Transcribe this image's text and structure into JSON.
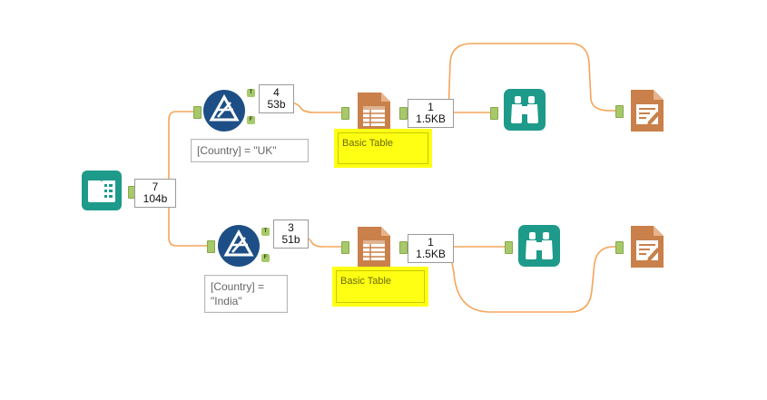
{
  "canvas": {
    "wire_color": "#f5a55a",
    "anchor_color": "#a7c96a",
    "highlight_color": "#ffff00"
  },
  "tools": {
    "text_input": {
      "icon": "open-book-icon",
      "color": "#1e9a8a"
    },
    "filter_uk": {
      "icon": "filter-triangle-icon",
      "color": "#1d4f86",
      "true_label": "T",
      "false_label": "F",
      "expression": "[Country] = \"UK\""
    },
    "filter_india": {
      "icon": "filter-triangle-icon",
      "color": "#1d4f86",
      "true_label": "T",
      "false_label": "F",
      "expression": "[Country] =\n\"India\""
    },
    "table_top": {
      "icon": "table-icon",
      "color": "#c9804a",
      "annotation": "Basic Table"
    },
    "table_bottom": {
      "icon": "table-icon",
      "color": "#c9804a",
      "annotation": "Basic Table"
    },
    "browse_top": {
      "icon": "binoculars-icon",
      "color": "#1e9a8a"
    },
    "browse_bottom": {
      "icon": "binoculars-icon",
      "color": "#1e9a8a"
    },
    "render_top": {
      "icon": "report-output-icon",
      "color": "#c9804a"
    },
    "render_bottom": {
      "icon": "report-output-icon",
      "color": "#c9804a"
    }
  },
  "counts": {
    "input_out": {
      "records": "7",
      "size": "104b"
    },
    "filter_uk_true": {
      "records": "4",
      "size": "53b"
    },
    "filter_india_true": {
      "records": "3",
      "size": "51b"
    },
    "table_top_out": {
      "records": "1",
      "size": "1.5KB"
    },
    "table_bottom_out": {
      "records": "1",
      "size": "1.5KB"
    }
  }
}
